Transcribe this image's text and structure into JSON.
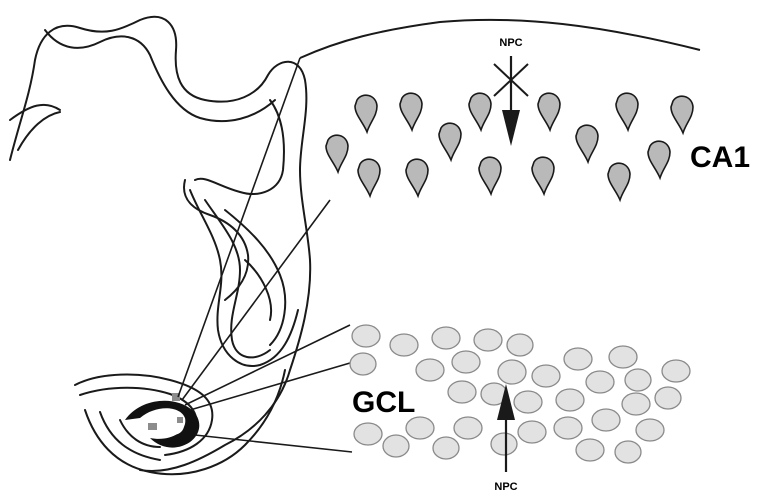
{
  "labels": {
    "ca1": "CA1",
    "gcl": "GCL",
    "npc_top": "NPC",
    "npc_bottom": "NPC"
  },
  "colors": {
    "ink": "#1a1a1a",
    "pyramidal_fill": "#b9b9b9",
    "granule_fill": "#e2e2e2",
    "granule_stroke": "#8a8a8a",
    "graft_dark": "#111111",
    "graft_grey": "#8c8c8c"
  },
  "icons": {
    "ca1_cell": "pyramidal-neuron-icon",
    "gcl_cell": "granule-cell-icon",
    "blocked_arrow": "blocked-arrow-icon",
    "pass_arrow": "arrow-up-icon"
  }
}
